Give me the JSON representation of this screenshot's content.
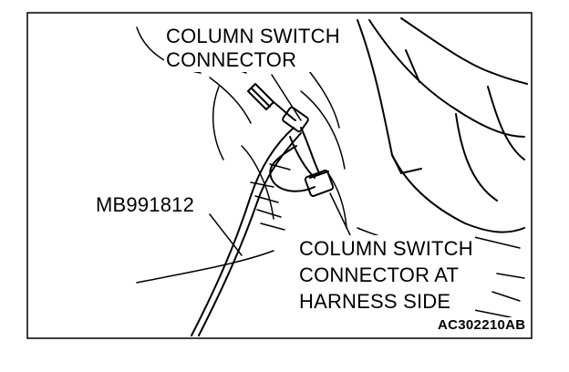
{
  "callouts": {
    "column_switch_connector": [
      "COLUMN SWITCH",
      "CONNECTOR"
    ],
    "tool": "MB991812",
    "harness_side_connector": [
      "COLUMN SWITCH",
      "CONNECTOR AT",
      "HARNESS SIDE"
    ]
  },
  "figure_code": "AC302210AB",
  "colors": {
    "ink": "#000000",
    "paper": "#ffffff"
  }
}
